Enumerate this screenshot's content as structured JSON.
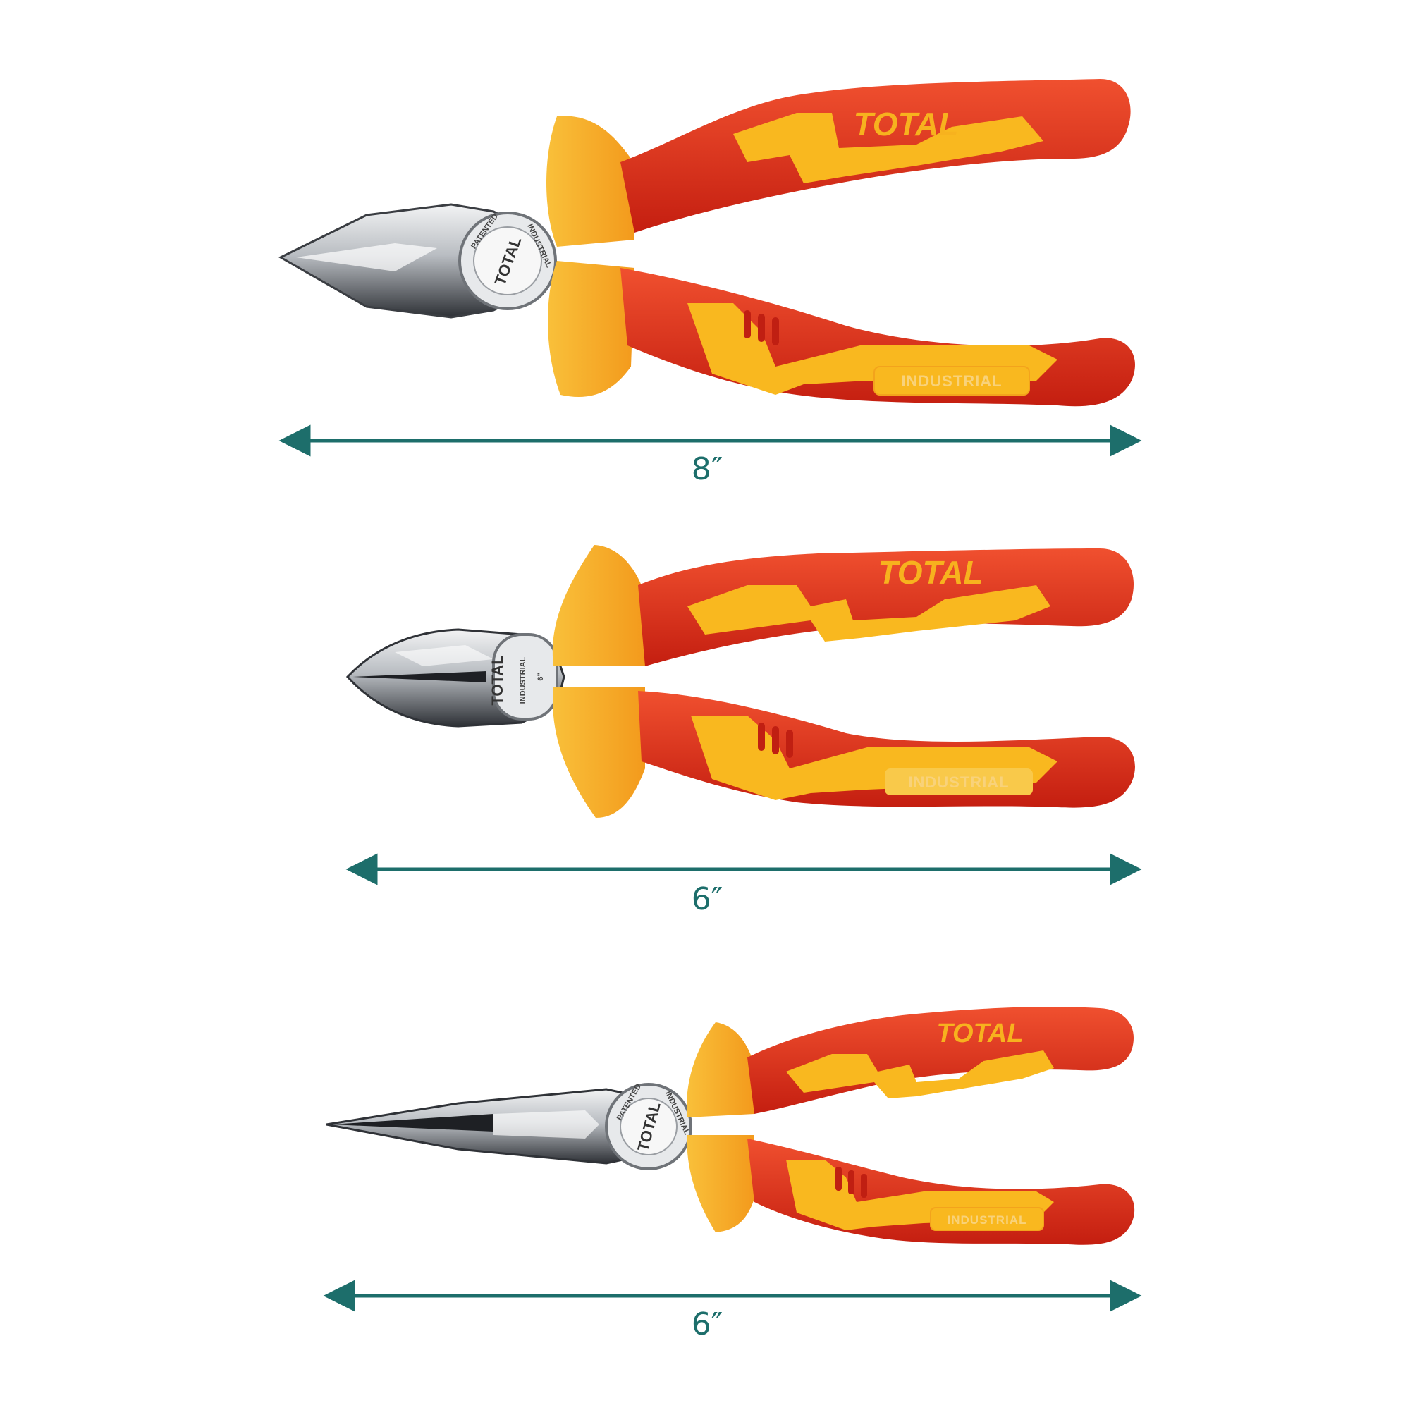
{
  "tools": [
    {
      "kind": "combination-pliers",
      "brand": "TOTAL",
      "grip_label": "INDUSTRIAL",
      "badge_top": "PATENTED",
      "badge_bottom": "INDUSTRIAL",
      "badge_brand": "TOTAL",
      "length_label": "8″"
    },
    {
      "kind": "diagonal-cutting-pliers",
      "brand": "TOTAL",
      "grip_label": "INDUSTRIAL",
      "badge_brand": "TOTAL",
      "badge_bottom": "INDUSTRIAL",
      "badge_size": "6\"",
      "length_label": "6″"
    },
    {
      "kind": "long-nose-pliers",
      "brand": "TOTAL",
      "grip_label": "INDUSTRIAL",
      "badge_top": "PATENTED",
      "badge_bottom": "INDUSTRIAL",
      "badge_brand": "TOTAL",
      "length_label": "6″"
    }
  ],
  "colors": {
    "handle_red": "#e8321e",
    "handle_dark_red": "#c01f12",
    "grip_yellow": "#f9b81f",
    "guard_orange": "#f7a823",
    "steel": "#c9cdd1",
    "steel_dark": "#2b2e33",
    "dimension_teal": "#1d6e6b"
  }
}
